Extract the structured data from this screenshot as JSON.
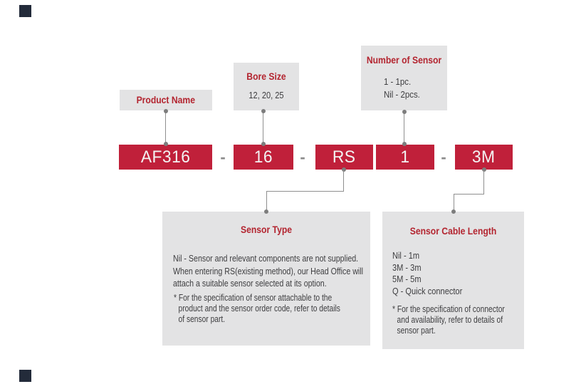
{
  "colors": {
    "box_red": "#c0203a",
    "title_red": "#b3242f",
    "panel_gray": "#e3e3e4",
    "text_dark": "#3e3e40",
    "code_text": "#f3f3f3",
    "connector_gray": "#8f8f8f",
    "marker_navy": "#232b3a"
  },
  "labels": {
    "product_name": {
      "title": "Product Name"
    },
    "bore_size": {
      "title": "Bore Size",
      "value": "12, 20, 25"
    },
    "number_of_sensor": {
      "title": "Number of Sensor",
      "options": [
        "1 - 1pc.",
        "Nil - 2pcs."
      ]
    }
  },
  "code": {
    "segments": [
      "AF316",
      "16",
      "RS",
      "1",
      "3M"
    ],
    "separator": "-"
  },
  "panels": {
    "sensor_type": {
      "title": "Sensor Type",
      "description_lines": [
        "Nil - Sensor and relevant components are not supplied.",
        "When entering RS(existing method), our Head Office will",
        "attach a suitable sensor selected at its option."
      ],
      "note_lines": [
        "* For the specification of sensor attachable to the",
        "product and the sensor order code, refer to details",
        "of sensor part."
      ]
    },
    "sensor_cable_length": {
      "title": "Sensor Cable Length",
      "options": [
        "Nil - 1m",
        "3M - 3m",
        "5M - 5m",
        "Q - Quick connector"
      ],
      "note_lines": [
        "* For the specification of connector",
        "and availability, refer to details of",
        "sensor part."
      ]
    }
  }
}
